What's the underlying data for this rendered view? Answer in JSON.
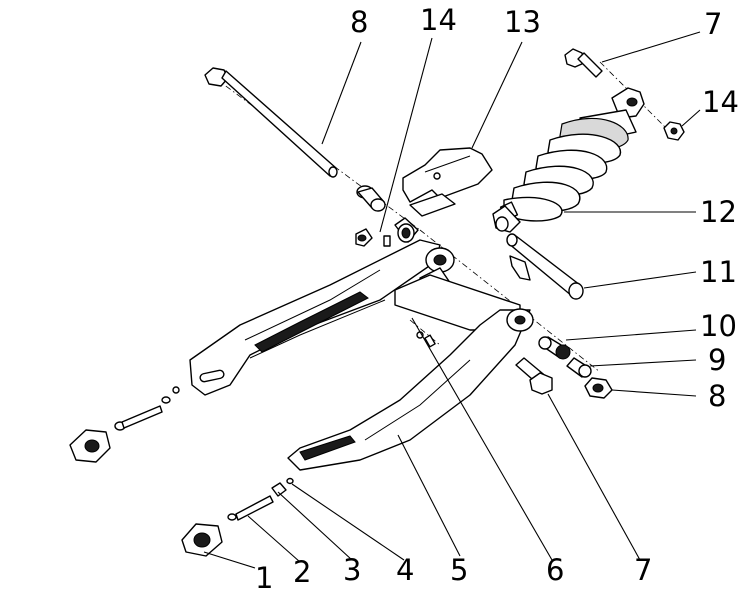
{
  "diagram": {
    "callouts": [
      {
        "id": "c1",
        "text": "1"
      },
      {
        "id": "c2",
        "text": "2"
      },
      {
        "id": "c3",
        "text": "3"
      },
      {
        "id": "c4",
        "text": "4"
      },
      {
        "id": "c5",
        "text": "5"
      },
      {
        "id": "c6",
        "text": "6"
      },
      {
        "id": "c7b",
        "text": "7"
      },
      {
        "id": "c8r",
        "text": "8"
      },
      {
        "id": "c9",
        "text": "9"
      },
      {
        "id": "c10",
        "text": "10"
      },
      {
        "id": "c11",
        "text": "11"
      },
      {
        "id": "c12",
        "text": "12"
      },
      {
        "id": "c14r",
        "text": "14"
      },
      {
        "id": "c7t",
        "text": "7"
      },
      {
        "id": "c13",
        "text": "13"
      },
      {
        "id": "c14t",
        "text": "14"
      },
      {
        "id": "c8t",
        "text": "8"
      }
    ]
  }
}
